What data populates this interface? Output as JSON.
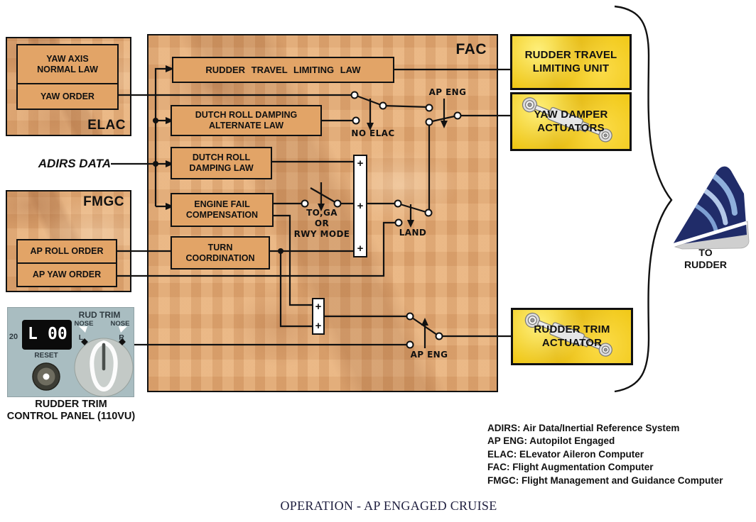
{
  "elac": {
    "label": "ELAC",
    "box1_line1": "YAW AXIS",
    "box1_line2": "NORMAL LAW",
    "box2": "YAW ORDER"
  },
  "adirs": {
    "label": "ADIRS DATA"
  },
  "fmgc": {
    "label": "FMGC",
    "ap_roll": "AP ROLL ORDER",
    "ap_yaw": "AP YAW ORDER"
  },
  "fac": {
    "label": "FAC",
    "rtl_law": "RUDDER TRAVEL LIMITING LAW",
    "dr_alt_line1": "DUTCH ROLL DAMPING",
    "dr_alt_line2": "ALTERNATE LAW",
    "dr_line1": "DUTCH ROLL",
    "dr_line2": "DAMPING LAW",
    "ef_line1": "ENGINE FAIL",
    "ef_line2": "COMPENSATION",
    "tc_line1": "TURN",
    "tc_line2": "COORDINATION",
    "plus": "+"
  },
  "switches": {
    "no_elac": "NO ELAC",
    "ap_eng_top": "AP ENG",
    "toga_line1": "TO,GA",
    "toga_line2": "OR",
    "toga_line3": "RWY MODE",
    "land": "LAND",
    "ap_eng_bottom": "AP ENG"
  },
  "actuators": {
    "rtlu_line1": "RUDDER TRAVEL",
    "rtlu_line2": "LIMITING UNIT",
    "yda_line1": "YAW DAMPER",
    "yda_line2": "ACTUATORS",
    "rta_line1": "RUDDER TRIM",
    "rta_line2": "ACTUATOR"
  },
  "tail": {
    "line1": "TO",
    "line2": "RUDDER"
  },
  "trim_panel": {
    "title": "RUD TRIM",
    "scale_20": "20",
    "display_left": "L",
    "display_value": "00",
    "nose_left": "NOSE",
    "nose_right": "NOSE",
    "left": "L",
    "right": "R",
    "reset": "RESET",
    "caption_line1": "RUDDER TRIM",
    "caption_line2": "CONTROL PANEL (110VU)"
  },
  "legend": {
    "lines": [
      "ADIRS: Air Data/Inertial Reference System",
      "AP ENG: Autopilot Engaged",
      "ELAC: ELevator Aileron Computer",
      "FAC: Flight Augmentation Computer",
      "FMGC: Flight Management and Guidance Computer"
    ]
  },
  "caption": "OPERATION - AP ENGAGED CRUISE",
  "colors": {
    "law_box_fill": "#e2a467",
    "yellow_box": "#f0c714",
    "panel": "#a9bdc1",
    "fin_navy": "#202c69",
    "wire": "#111111"
  }
}
